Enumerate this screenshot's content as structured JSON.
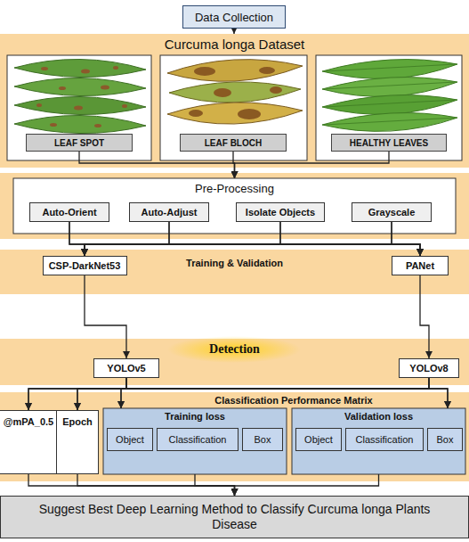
{
  "diagram": {
    "nodes": [
      {
        "text": [
          "Data Collection"
        ]
      },
      {
        "text": [
          "Curcuma longa Dataset"
        ]
      },
      {
        "text": [
          "LEAF SPOT"
        ],
        "in": 1
      },
      {
        "text": [
          "LEAF BLOCH"
        ],
        "in": 1
      },
      {
        "text": [
          "HEALTHY LEAVES"
        ],
        "in": 1
      },
      {
        "text": [
          "Pre-Processing"
        ]
      },
      {
        "text": [
          "Auto-Orient"
        ],
        "in": 5
      },
      {
        "text": [
          "Auto-Adjust"
        ],
        "in": 5
      },
      {
        "text": [
          "Isolate Objects"
        ],
        "in": 5
      },
      {
        "text": [
          "Grayscale"
        ],
        "in": 5
      },
      {
        "text": [
          "Training & Validation"
        ]
      },
      {
        "text": [
          "CSP-DarkNet53"
        ],
        "in": 10
      },
      {
        "text": [
          "PANet"
        ],
        "in": 10
      },
      {
        "text": [
          "Detection"
        ]
      },
      {
        "text": [
          "YOLOv5"
        ],
        "in": 13
      },
      {
        "text": [
          "YOLOv8"
        ],
        "in": 13
      },
      {
        "text": [
          "Classification Performance Matrix"
        ]
      },
      {
        "text": [
          "@mPA_0.5"
        ],
        "in": 16
      },
      {
        "text": [
          "Epoch"
        ],
        "in": 16
      },
      {
        "text": [
          "Training loss"
        ],
        "in": 16
      },
      {
        "text": [
          "Object"
        ],
        "in": 19
      },
      {
        "text": [
          "Classification"
        ],
        "in": 19
      },
      {
        "text": [
          "Box"
        ],
        "in": 19
      },
      {
        "text": [
          "Validation loss"
        ],
        "in": 16
      },
      {
        "text": [
          "Object"
        ],
        "in": 23
      },
      {
        "text": [
          "Classification"
        ],
        "in": 23
      },
      {
        "text": [
          "Box"
        ],
        "in": 23
      },
      {
        "text": [
          "Suggest Best Deep Learning Method to Classify Curcuma longa Plants Disease"
        ]
      }
    ],
    "edges": [
      {
        "from": 0,
        "to": 1,
        "arrow": "to"
      },
      {
        "from": 2,
        "to": 5,
        "arrow": "to"
      },
      {
        "from": 3,
        "to": 5,
        "arrow": "to"
      },
      {
        "from": 4,
        "to": 5,
        "arrow": "to"
      },
      {
        "from": 6,
        "to": 11,
        "arrow": "to"
      },
      {
        "from": 7,
        "to": 11,
        "arrow": "to"
      },
      {
        "from": 8,
        "to": 11,
        "arrow": "to"
      },
      {
        "from": 9,
        "to": 11,
        "arrow": "to"
      },
      {
        "from": 6,
        "to": 12,
        "arrow": "to"
      },
      {
        "from": 7,
        "to": 12,
        "arrow": "to"
      },
      {
        "from": 8,
        "to": 12,
        "arrow": "to"
      },
      {
        "from": 9,
        "to": 12,
        "arrow": "to"
      },
      {
        "from": 11,
        "to": 14,
        "arrow": "to"
      },
      {
        "from": 12,
        "to": 15,
        "arrow": "to"
      },
      {
        "from": 14,
        "to": 17,
        "arrow": "to"
      },
      {
        "from": 14,
        "to": 18,
        "arrow": "to"
      },
      {
        "from": 14,
        "to": 19,
        "arrow": "to"
      },
      {
        "from": 14,
        "to": 23,
        "arrow": "to"
      },
      {
        "from": 15,
        "to": 17,
        "arrow": "to"
      },
      {
        "from": 15,
        "to": 18,
        "arrow": "to"
      },
      {
        "from": 15,
        "to": 19,
        "arrow": "to"
      },
      {
        "from": 15,
        "to": 23,
        "arrow": "to"
      },
      {
        "from": 17,
        "to": 27,
        "arrow": "to"
      },
      {
        "from": 18,
        "to": 27,
        "arrow": "to"
      },
      {
        "from": 19,
        "to": 27,
        "arrow": "to"
      },
      {
        "from": 23,
        "to": 27,
        "arrow": "to"
      }
    ]
  }
}
